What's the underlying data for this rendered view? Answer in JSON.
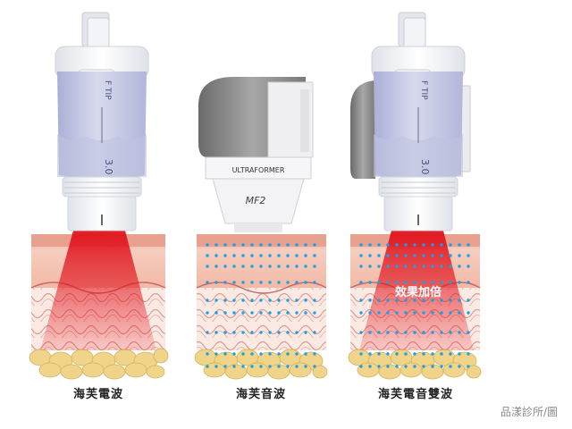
{
  "panels": [
    {
      "id": "rf",
      "caption": "海芙電波",
      "tip_text": "F TIP",
      "depth_text": "3.0",
      "overlay_text": ""
    },
    {
      "id": "hifu",
      "caption": "海芙音波",
      "brand_text": "ULTRAFORMER",
      "model_text": "MF2",
      "overlay_text": ""
    },
    {
      "id": "combo",
      "caption": "海芙電音雙波",
      "tip_text": "F TIP",
      "depth_text": "3.0",
      "overlay_text": "效果加倍"
    }
  ],
  "credit": "品漾診所/圖",
  "colors": {
    "rf_beam": "#d8141e",
    "ultrasound_dots": "#1aa0e8",
    "skin": "#f1b8a8",
    "fat": "#efd48a",
    "handpiece_body": "#c9cde6",
    "handpiece_cap": "#eceef3",
    "hifu_housing": "#8c8c8c"
  }
}
